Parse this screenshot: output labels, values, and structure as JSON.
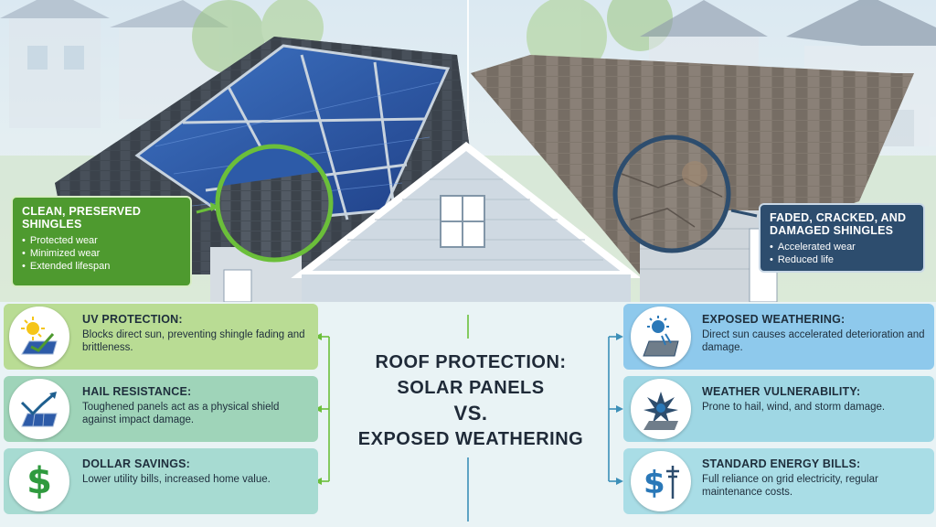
{
  "title": {
    "line1": "ROOF PROTECTION:",
    "line2": "SOLAR PANELS",
    "line3": "VS.",
    "line4": "EXPOSED WEATHERING"
  },
  "callouts": {
    "left": {
      "title": "CLEAN, PRESERVED SHINGLES",
      "items": [
        "Protected wear",
        "Minimized wear",
        "Extended lifespan"
      ]
    },
    "right": {
      "title": "FADED, CRACKED, AND DAMAGED SHINGLES",
      "items": [
        "Accelerated wear",
        "Reduced life"
      ]
    }
  },
  "left_cards": [
    {
      "title": "UV PROTECTION:",
      "desc": "Blocks direct sun, preventing shingle fading and brittleness.",
      "icon": "sun-panel-icon",
      "color": "#b9dc94"
    },
    {
      "title": "HAIL RESISTANCE:",
      "desc": "Toughened panels act as a physical shield against impact damage.",
      "icon": "panel-arrow-icon",
      "color": "#9fd4b9"
    },
    {
      "title": "DOLLAR SAVINGS:",
      "desc": "Lower utility bills, increased home value.",
      "icon": "dollar-icon",
      "color": "#a7dbd2"
    }
  ],
  "right_cards": [
    {
      "title": "EXPOSED WEATHERING:",
      "desc": "Direct sun causes accelerated deterioration and damage.",
      "icon": "sun-shingle-icon",
      "color": "#8ec9ec"
    },
    {
      "title": "WEATHER VULNERABILITY:",
      "desc": "Prone to hail, wind, and storm damage.",
      "icon": "hail-impact-icon",
      "color": "#9fd7e4"
    },
    {
      "title": "STANDARD ENERGY BILLS:",
      "desc": "Full reliance on grid electricity, regular maintenance costs.",
      "icon": "dollar-pole-icon",
      "color": "#a9dde6"
    }
  ],
  "colors": {
    "green_accent": "#4e9a2f",
    "navy_accent": "#2d4d6e",
    "dollar_green": "#2f9a3e",
    "dollar_blue": "#2a78b8"
  }
}
